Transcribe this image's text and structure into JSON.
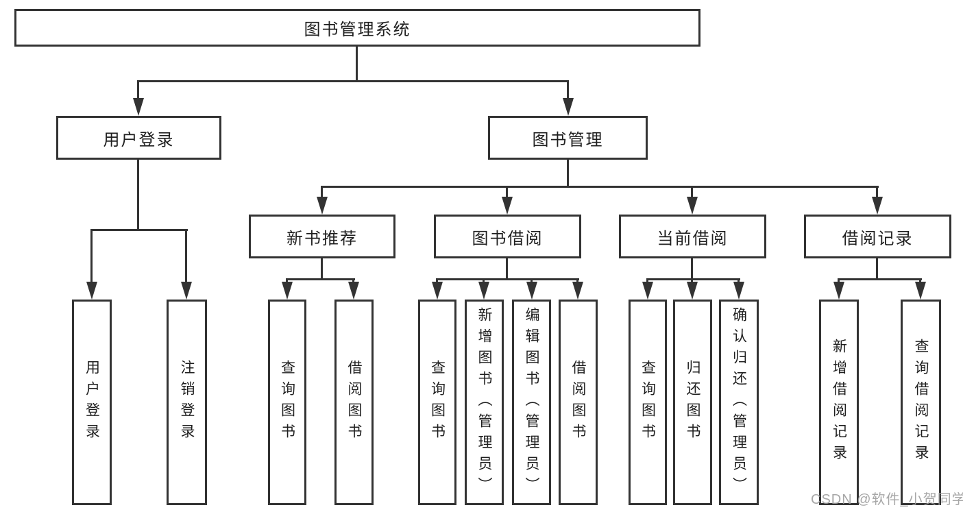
{
  "tree": {
    "label": "图书管理系统",
    "children": [
      {
        "label": "用户登录",
        "children": [
          {
            "label": "用户登录"
          },
          {
            "label": "注销登录"
          }
        ]
      },
      {
        "label": "图书管理",
        "children": [
          {
            "label": "新书推荐",
            "children": [
              {
                "label": "查询图书"
              },
              {
                "label": "借阅图书"
              }
            ]
          },
          {
            "label": "图书借阅",
            "children": [
              {
                "label": "查询图书"
              },
              {
                "label": "新增图书（管理员）"
              },
              {
                "label": "编辑图书（管理员）"
              },
              {
                "label": "借阅图书"
              }
            ]
          },
          {
            "label": "当前借阅",
            "children": [
              {
                "label": "查询图书"
              },
              {
                "label": "归还图书"
              },
              {
                "label": "确认归还（管理员）"
              }
            ]
          },
          {
            "label": "借阅记录",
            "children": [
              {
                "label": "新增借阅记录"
              },
              {
                "label": "查询借阅记录"
              }
            ]
          }
        ]
      }
    ]
  },
  "watermark": {
    "text": "CSDN @软件_小贺同学"
  },
  "colors": {
    "line": "#333333",
    "text": "#1f1f1f",
    "box_background": "#ffffff",
    "watermark": "#9e9e9e"
  }
}
